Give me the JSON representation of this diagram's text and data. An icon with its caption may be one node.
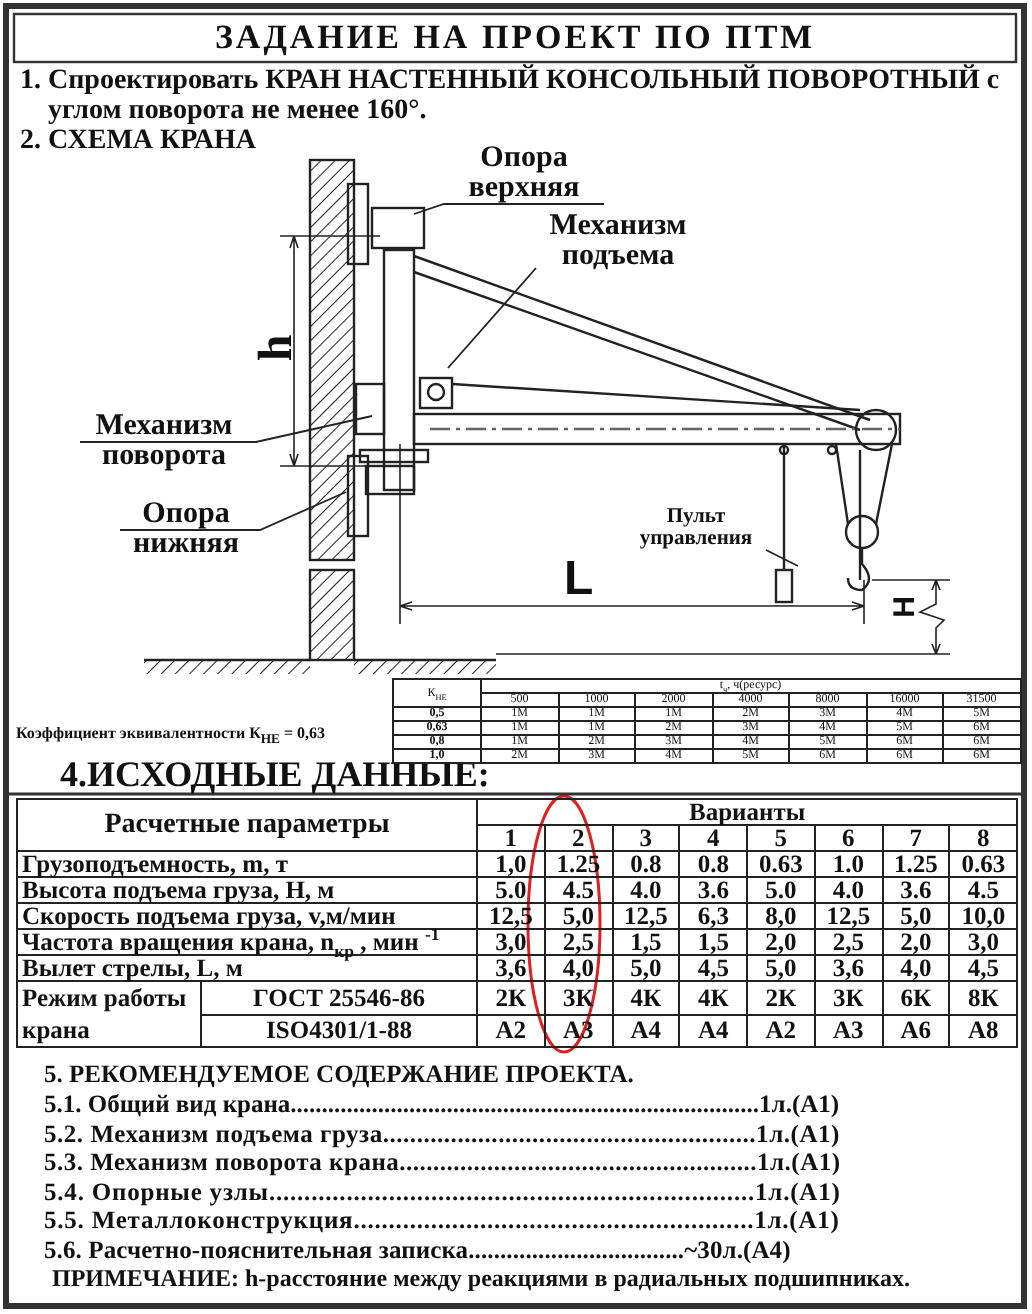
{
  "diagram": {
    "title": "ЗАДАНИЕ НА ПРОЕКТ ПО ПТМ",
    "nodes": [
      {
        "text": [
          "Опора верхняя"
        ]
      },
      {
        "text": [
          "Механизм подъема"
        ]
      },
      {
        "text": [
          "Механизм поворота"
        ]
      },
      {
        "text": [
          "Опора нижняя"
        ]
      },
      {
        "text": [
          "Пульт управления"
        ]
      }
    ],
    "edges": [
      {
        "from": 0,
        "to": null,
        "arrow": "none"
      },
      {
        "from": 1,
        "to": null,
        "arrow": "none"
      },
      {
        "from": 2,
        "to": null,
        "arrow": "none"
      },
      {
        "from": 3,
        "to": null,
        "arrow": "none"
      },
      {
        "from": 4,
        "to": null,
        "arrow": "none"
      }
    ],
    "labels": [
      "1. Спроектировать КРАН НАСТЕННЫЙ КОНСОЛЬНЫЙ ПОВОРОТНЫЙ с углом поворота не менее 160°.",
      "2. СХЕМА КРАНА",
      "h",
      "L",
      "H",
      "Коэффициент эквивалентности К$_{НЕ}$ = 0,63",
      "К$_{НЕ}$",
      "t$_{ч}$, ч(ресурс)",
      "500",
      "1000",
      "2000",
      "4000",
      "8000",
      "16000",
      "31500",
      "0,5",
      "1М",
      "1М",
      "1М",
      "2М",
      "3М",
      "4М",
      "5М",
      "0,63",
      "1М",
      "1М",
      "2М",
      "3М",
      "4М",
      "5М",
      "6М",
      "0,8",
      "1М",
      "2М",
      "3М",
      "4М",
      "5М",
      "6М",
      "6М",
      "1,0",
      "2М",
      "3М",
      "4М",
      "5М",
      "6М",
      "6М",
      "6М",
      "4.ИСХОДНЫЕ ДАННЫЕ:",
      "Расчетные параметры",
      "Варианты",
      "1",
      "2",
      "3",
      "4",
      "5",
      "6",
      "7",
      "8",
      "Грузоподъемность, m, т",
      "1,0",
      "1.25",
      "0.8",
      "0.8",
      "0.63",
      "1.0",
      "1.25",
      "0.63",
      "Высота подъема груза, Н, м",
      "5.0",
      "4.5",
      "4.0",
      "3.6",
      "5.0",
      "4.0",
      "3.6",
      "4.5",
      "Скорость подъема груза, v,м/мин",
      "12,5",
      "5,0",
      "12,5",
      "6,3",
      "8,0",
      "12,5",
      "5,0",
      "10,0",
      "Частота вращения крана, n$_{кр}$ , мин $^{-1}$",
      "3,0",
      "2,5",
      "1,5",
      "1,5",
      "2,0",
      "2,5",
      "2,0",
      "3,0",
      "Вылет стрелы, L, м",
      "3,6",
      "4,0",
      "5,0",
      "4,5",
      "5,0",
      "3,6",
      "4,0",
      "4,5",
      "Режим работы крана",
      "ГОСТ 25546-86",
      "2К",
      "3К",
      "4К",
      "4К",
      "2К",
      "3К",
      "6К",
      "8К",
      "ISO4301/1-88",
      "А2",
      "А3",
      "А4",
      "А4",
      "А2",
      "А3",
      "А6",
      "А8",
      "5. РЕКОМЕНДУЕМОЕ СОДЕРЖАНИЕ ПРОЕКТА.",
      "5.1. Общий вид крана...........................................................................1л.(А1)",
      "5.2. Механизм подъема груза.......................................................1л.(А1)",
      "5.3. Механизм поворота крана.....................................................1л.(А1)",
      "5.4. Опорные узлы.....................................................................1л.(А1)",
      "5.5. Металлоконструкция.........................................................1л.(А1)",
      "5.6. Расчетно-пояснительная записка..................................~30л.(А4)",
      "ПРИМЕЧАНИЕ: h-расстояние между реакциями в радиальных подшипниках."
    ]
  }
}
